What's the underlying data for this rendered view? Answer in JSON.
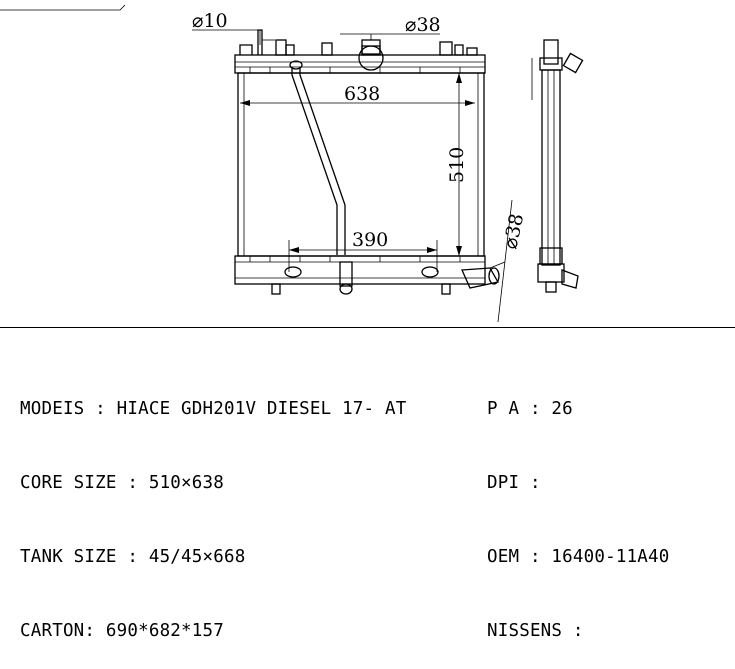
{
  "drawing": {
    "dimensions": {
      "inlet_diameter": "⌀10",
      "cap_diameter": "⌀38",
      "overall_width": "638",
      "core_height": "510",
      "pipe_span": "390",
      "outlet_diameter": "⌀38"
    }
  },
  "specs": {
    "left": [
      "MODEIS : HIACE GDH201V DIESEL 17- AT",
      "CORE SIZE : 510×638",
      "TANK SIZE : 45/45×668",
      "CARTON: 690*682*157"
    ],
    "right": [
      "P A : 26",
      "DPI :",
      "OEM : 16400-11A40",
      "NISSENS :"
    ]
  }
}
